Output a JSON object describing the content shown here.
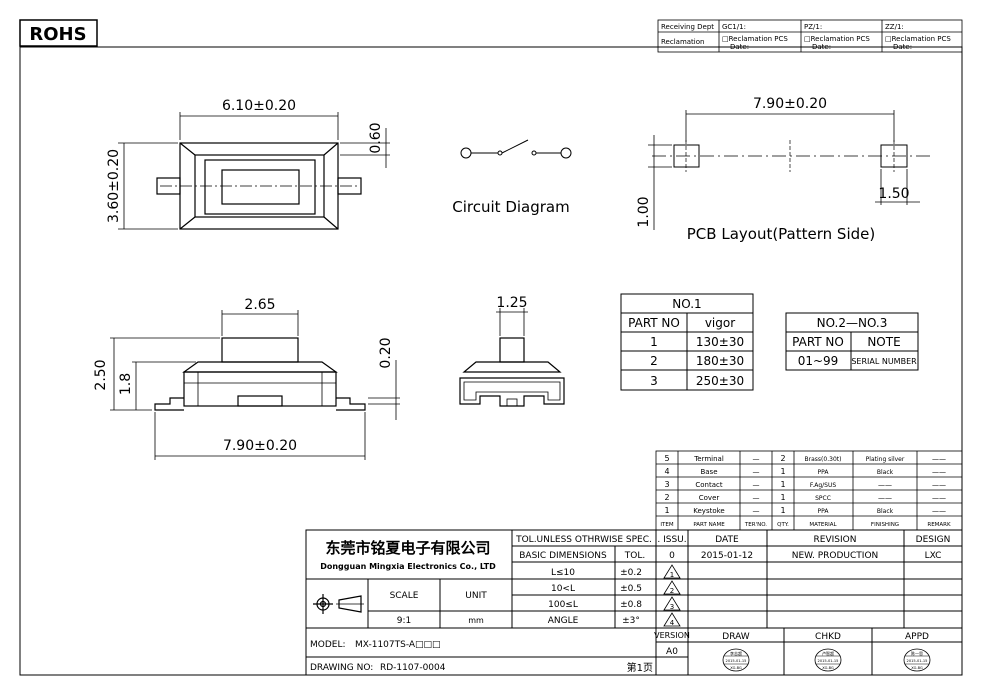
{
  "rohs": "ROHS",
  "receiving": {
    "receiving_dept": "Receiving Dept",
    "gc": "GC1/1:",
    "pz": "PZ/1:",
    "zz": "ZZ/1:",
    "reclamation": "Reclamation",
    "reclamation_pcs": "□Reclamation  PCS",
    "date": "Date:"
  },
  "top_view": {
    "width": "6.10±0.20",
    "height": "3.60±0.20",
    "inner": "0.60"
  },
  "circuit": {
    "label": "Circuit  Diagram"
  },
  "pcb": {
    "pitch": "7.90±0.20",
    "pad_height": "1.00",
    "pad_width": "1.50",
    "label": "PCB Layout(Pattern Side)"
  },
  "side_view": {
    "top_width": "2.65",
    "overall_height": "2.50",
    "body_height": "1.8",
    "lead": "0.20",
    "overall_width": "7.90±0.20"
  },
  "end_view": {
    "width": "1.25"
  },
  "force_table": {
    "title": "NO.1",
    "headers": [
      "PART NO",
      "vigor"
    ],
    "rows": [
      [
        "1",
        "130±30"
      ],
      [
        "2",
        "180±30"
      ],
      [
        "3",
        "250±30"
      ]
    ]
  },
  "serial_table": {
    "title": "NO.2—NO.3",
    "headers": [
      "PART NO",
      "NOTE"
    ],
    "rows": [
      [
        "01~99",
        "SERIAL NUMBER"
      ]
    ]
  },
  "bom": {
    "rows": [
      [
        "5",
        "Terminal",
        "—",
        "2",
        "Brass(0.30t)",
        "Plating silver",
        "——"
      ],
      [
        "4",
        "Base",
        "—",
        "1",
        "PPA",
        "Black",
        "——"
      ],
      [
        "3",
        "Contact",
        "—",
        "1",
        "F.Ag/SUS",
        "——",
        "——"
      ],
      [
        "2",
        "Cover",
        "—",
        "1",
        "SPCC",
        "——",
        "——"
      ],
      [
        "1",
        "Keystoke",
        "—",
        "1",
        "PPA",
        "Black",
        "——"
      ]
    ],
    "headers": [
      "ITEM",
      "PART NAME",
      "TER'NO.",
      "QTY.",
      "MATERIAL",
      "FINISHING",
      "REMARK"
    ]
  },
  "title_block": {
    "company_cn": "东莞市铭夏电子有限公司",
    "company_en": "Dongguan Mingxia Electronics Co., LTD",
    "tol_header": "TOL.UNLESS OTHRWISE SPEC.",
    "basic_dimensions": "BASIC DIMENSIONS",
    "tol": "TOL.",
    "tol_rows": [
      [
        "L≤10",
        "±0.2"
      ],
      [
        "10<L",
        "±0.5"
      ],
      [
        "100≤L",
        "±0.8"
      ],
      [
        "ANGLE",
        "±3°"
      ]
    ],
    "issu": ". ISSU.",
    "date_h": "DATE",
    "revision_h": "REVISION",
    "design_h": "DESIGN",
    "issu_val": "0",
    "date_val": "2015-01-12",
    "revision_val": "NEW. PRODUCTION",
    "design_val": "LXC",
    "rev_marks": [
      "1",
      "2",
      "3",
      "4"
    ],
    "scale_h": "SCALE",
    "unit_h": "UNIT",
    "scale_val": "9:1",
    "unit_val": "mm",
    "version_h": "VERSION",
    "version_val": "A0",
    "draw_h": "DRAW",
    "chkd_h": "CHKD",
    "appd_h": "APPD",
    "model_label": "MODEL:",
    "model_val": "MX-1107TS-A□□□",
    "drawing_label": "DRAWING NO:",
    "drawing_val": "RD-1107-0004",
    "page": "第1页",
    "stamp_names": [
      "李志超",
      "卢智超",
      "陈一思"
    ],
    "stamp_date": "2015-01-15",
    "stamp_dept": "XG-BG"
  }
}
